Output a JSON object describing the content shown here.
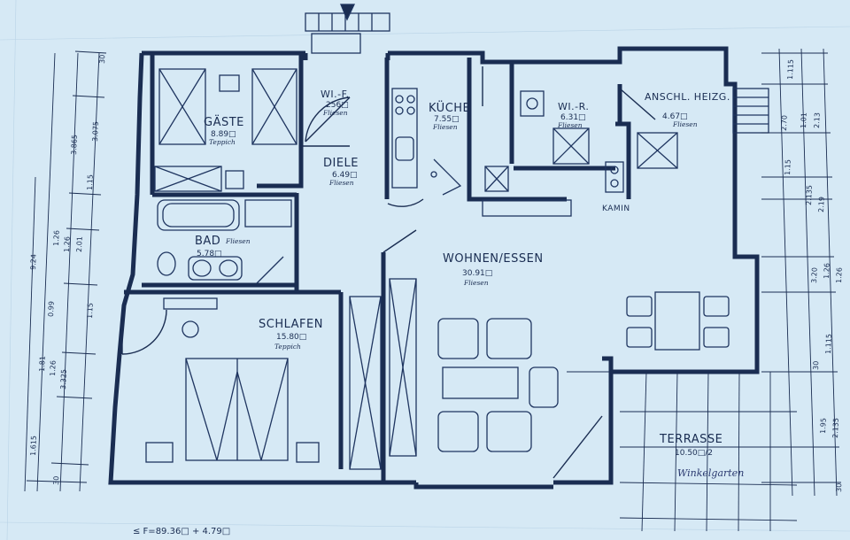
{
  "rooms": {
    "gaeste": {
      "name": "GÄSTE",
      "area": "8.89□",
      "floor": "Teppich"
    },
    "wif": {
      "name": "WI.-F.",
      "area": "256□",
      "floor": "Fliesen"
    },
    "kueche": {
      "name": "KÜCHE",
      "area": "7.55□",
      "floor": "Fliesen"
    },
    "wir": {
      "name": "WI.-R.",
      "area": "6.31□",
      "floor": "Fliesen"
    },
    "heizg": {
      "name": "ANSCHL. HEIZG.",
      "area": "4.67□",
      "floor": "Fliesen"
    },
    "diele": {
      "name": "DIELE",
      "area": "6.49□",
      "floor": "Fliesen"
    },
    "bad": {
      "name": "BAD",
      "area": "5.78□",
      "floor": "Fliesen"
    },
    "wohnen": {
      "name": "WOHNEN/ESSEN",
      "area": "30.91□",
      "floor": "Fliesen"
    },
    "schlafen": {
      "name": "SCHLAFEN",
      "area": "15.80□",
      "floor": "Teppich"
    },
    "terrasse": {
      "name": "TERRASSE",
      "area": "10.50□/2",
      "floor": ""
    }
  },
  "labels": {
    "kamin": "KAMIN",
    "area_sum": "≤ F=89.36□ + 4.79□",
    "handwritten": "Winkelgarten"
  },
  "dimensions": {
    "left": [
      "30",
      "3.075",
      "3.865",
      "1.15",
      "9.24",
      "1.26",
      "1.26",
      "2.01",
      "0.99",
      "1.15",
      "1.81",
      "1.26",
      "3.325",
      "1.615",
      "30"
    ],
    "right": [
      "1.115",
      "1.01",
      "2.13",
      "2.70",
      "1.15",
      "2.135",
      "2.19",
      "3.20",
      "1.26",
      "1.26",
      "30",
      "1.115",
      "1.95",
      "2.135",
      "30"
    ]
  },
  "colors": {
    "paper": "#d6e9f5",
    "ink": "#1a2d52"
  }
}
